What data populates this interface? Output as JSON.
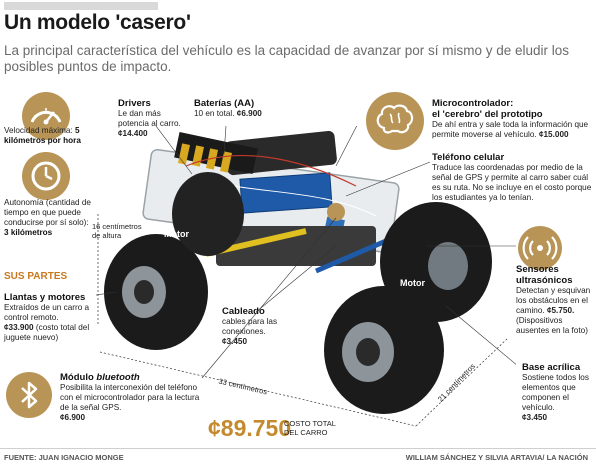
{
  "header": {
    "title": "Un modelo 'casero'",
    "subtitle": "La principal característica del vehículo es la capacidad de avanzar por sí mismo y de eludir los posibles puntos de impacto."
  },
  "speed": {
    "label": "Velocidad máxima:",
    "value": "5 kilómetros por hora",
    "icon": "speedometer-icon"
  },
  "autonomy": {
    "label": "Autonomía (cantidad de tiempo en que puede conducirse por sí solo):",
    "value": "3 kilómetros",
    "icon": "clock-icon"
  },
  "parts_heading": "SUS PARTES",
  "drivers": {
    "title": "Drivers",
    "desc": "Le dan más potencia al carro.",
    "price": "¢14.400"
  },
  "batteries": {
    "title": "Baterías (AA)",
    "desc": "10 en total.",
    "price": "¢6.900"
  },
  "microcontroller": {
    "title": "Microcontrolador:",
    "title2": "el 'cerebro' del prototipo",
    "desc": "De ahí entra y sale toda la información que permite moverse al vehículo.",
    "price": "¢15.000",
    "icon": "brain-icon"
  },
  "phone": {
    "title": "Teléfono celular",
    "desc": "Traduce las coordenadas por medio de la señal de GPS y permite al carro saber cuál es su ruta. No se incluye en el costo porque los estudiantes ya lo tenían."
  },
  "height": {
    "value": "16 centímetros",
    "unit": "de altura"
  },
  "tires": {
    "title": "Llantas y motores",
    "desc": "Extraídos de un carro a control remoto.",
    "price": "¢33.900",
    "note": "(costo total del juguete nuevo)"
  },
  "sensors": {
    "title": "Sensores",
    "title2": "ultrasónicos",
    "desc": "Detectan y esquivan los obstáculos en el camino.",
    "price": "¢5.750.",
    "note": "(Dispositivos ausentes en la foto)",
    "icon": "signal-icon"
  },
  "wiring": {
    "title": "Cableado",
    "desc": "cables para las conexiones.",
    "price": "¢3.450"
  },
  "bluetooth": {
    "title_prefix": "Módulo",
    "title_emph": "bluetooth",
    "desc": "Posibilita la interconexión del teléfono con el microcontrolador para la lectura de la señal GPS.",
    "price": "¢6.900",
    "icon": "bluetooth-icon"
  },
  "base": {
    "title": "Base acrílica",
    "desc": "Sostiene todos los elementos que componen el vehículo.",
    "price": "¢3.450"
  },
  "motor_labels": [
    "Motor",
    "Motor"
  ],
  "dimensions": {
    "length": "33 centímetros",
    "width": "21 centímetros"
  },
  "total": {
    "value": "¢89.750",
    "label1": "COSTO TOTAL",
    "label2": "DEL CARRO"
  },
  "footer": {
    "source": "FUENTE: JUAN IGNACIO MONGE",
    "credit": "WILLIAM SÁNCHEZ Y SILVIA ARTAVIA/ LA NACIÓN"
  },
  "colors": {
    "accent": "#b89457",
    "orange": "#c9781f",
    "total": "#c48a2e"
  }
}
